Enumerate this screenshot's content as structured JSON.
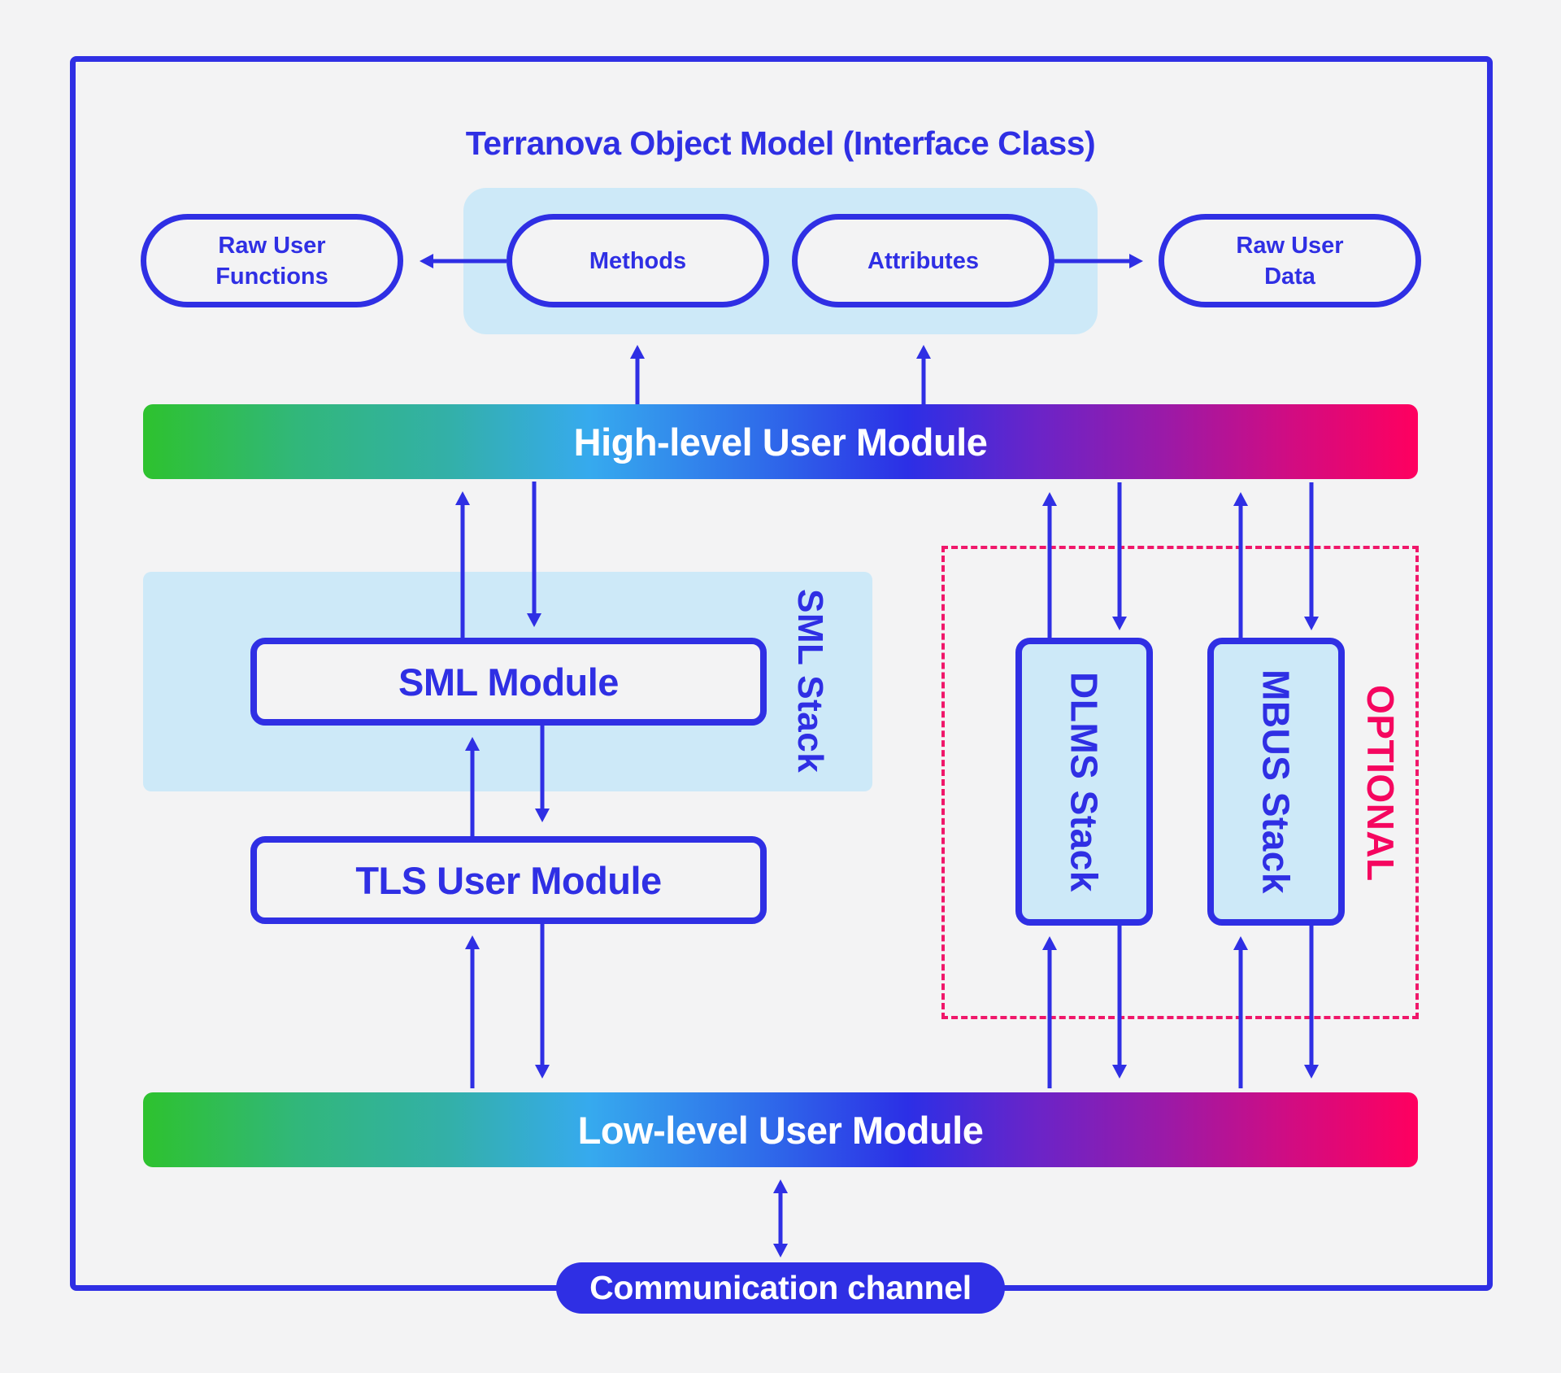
{
  "diagram": {
    "title": "Terranova Object Model (Interface Class)",
    "object_model": {
      "raw_user_functions": [
        "Raw User",
        "Functions"
      ],
      "methods": "Methods",
      "attributes": "Attributes",
      "raw_user_data": [
        "Raw User",
        "Data"
      ]
    },
    "high_level_module": "High-level User Module",
    "sml_stack": {
      "label": "SML Stack",
      "sml_module": "SML Module",
      "tls_module": "TLS User Module"
    },
    "optional_group": {
      "label": "OPTIONAL",
      "dlms_stack": "DLMS Stack",
      "mbus_stack": "MBUS Stack"
    },
    "low_level_module": "Low-level User Module",
    "communication_channel": "Communication channel"
  },
  "colors": {
    "primary": "#2F2FE4",
    "panel": "#CDE9F8",
    "optional": "#F5065F",
    "background": "#F3F3F4",
    "gradient_start": "#2EC22E",
    "gradient_end": "#FF005F"
  },
  "connections": [
    {
      "from": "Methods",
      "to": "Raw User Functions",
      "direction": "one-way"
    },
    {
      "from": "Attributes",
      "to": "Raw User Data",
      "direction": "one-way"
    },
    {
      "from": "High-level User Module",
      "to": "Methods",
      "direction": "one-way"
    },
    {
      "from": "High-level User Module",
      "to": "Attributes",
      "direction": "one-way"
    },
    {
      "from": "High-level User Module",
      "to": "SML Module",
      "direction": "bidirectional"
    },
    {
      "from": "SML Module",
      "to": "TLS User Module",
      "direction": "bidirectional"
    },
    {
      "from": "TLS User Module",
      "to": "Low-level User Module",
      "direction": "bidirectional"
    },
    {
      "from": "High-level User Module",
      "to": "DLMS Stack",
      "direction": "bidirectional"
    },
    {
      "from": "High-level User Module",
      "to": "MBUS Stack",
      "direction": "bidirectional"
    },
    {
      "from": "DLMS Stack",
      "to": "Low-level User Module",
      "direction": "bidirectional"
    },
    {
      "from": "MBUS Stack",
      "to": "Low-level User Module",
      "direction": "bidirectional"
    },
    {
      "from": "Low-level User Module",
      "to": "Communication channel",
      "direction": "bidirectional"
    }
  ]
}
